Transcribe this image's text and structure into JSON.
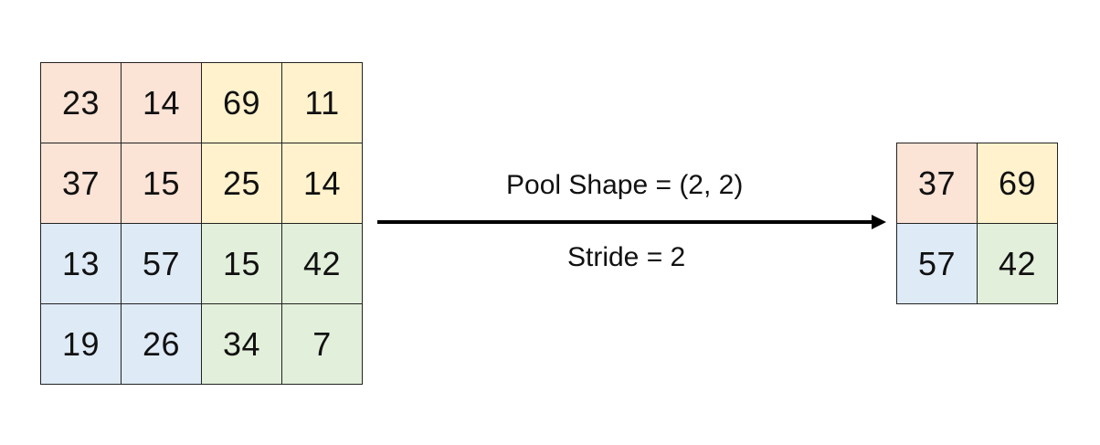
{
  "colors": {
    "top_left": "#fbe3d6",
    "top_right": "#fff2cc",
    "bottom_left": "#deeaf6",
    "bottom_right": "#e2efda",
    "border": "#222222",
    "arrow": "#000000"
  },
  "input_matrix": [
    [
      "23",
      "14",
      "69",
      "11"
    ],
    [
      "37",
      "15",
      "25",
      "14"
    ],
    [
      "13",
      "57",
      "15",
      "42"
    ],
    [
      "19",
      "26",
      "34",
      "7"
    ]
  ],
  "output_matrix": [
    [
      "37",
      "69"
    ],
    [
      "57",
      "42"
    ]
  ],
  "labels": {
    "pool_shape": "Pool Shape = (2, 2)",
    "stride": "Stride = 2"
  }
}
